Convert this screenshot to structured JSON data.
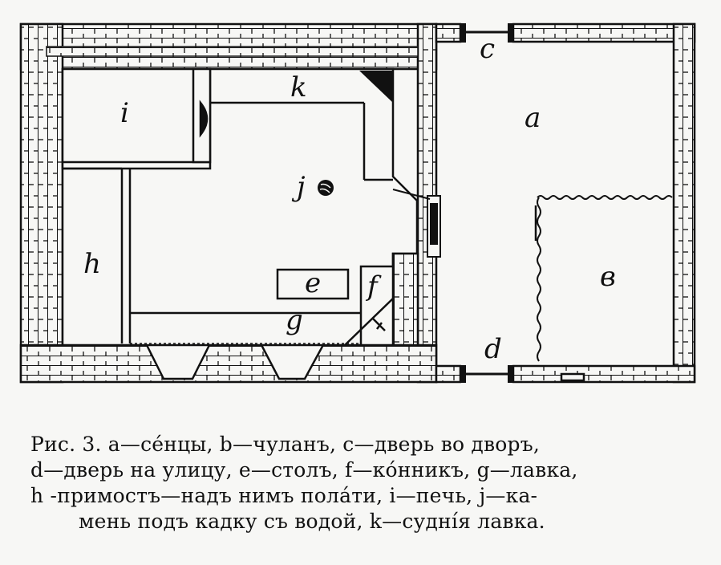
{
  "labels": {
    "a": "a",
    "b": "в",
    "c": "c",
    "d": "d",
    "e": "e",
    "f": "f",
    "g": "g",
    "h": "h",
    "i": "i",
    "j": "j",
    "k": "k"
  },
  "caption": {
    "line1": "Рис. 3. a—се́нцы, b—чуланъ, c—дверь во дворъ,",
    "line2": "d—дверь на улицу, e—столъ, f—ко́нникъ, g—лавка,",
    "line3": "h -примостъ—надъ нимъ пола́ти, i—печь, j—ка-",
    "line4": "мень подъ кадку съ водой, k—судні́я лавка."
  },
  "colors": {
    "ink": "#111111",
    "paper": "#f7f7f5"
  }
}
